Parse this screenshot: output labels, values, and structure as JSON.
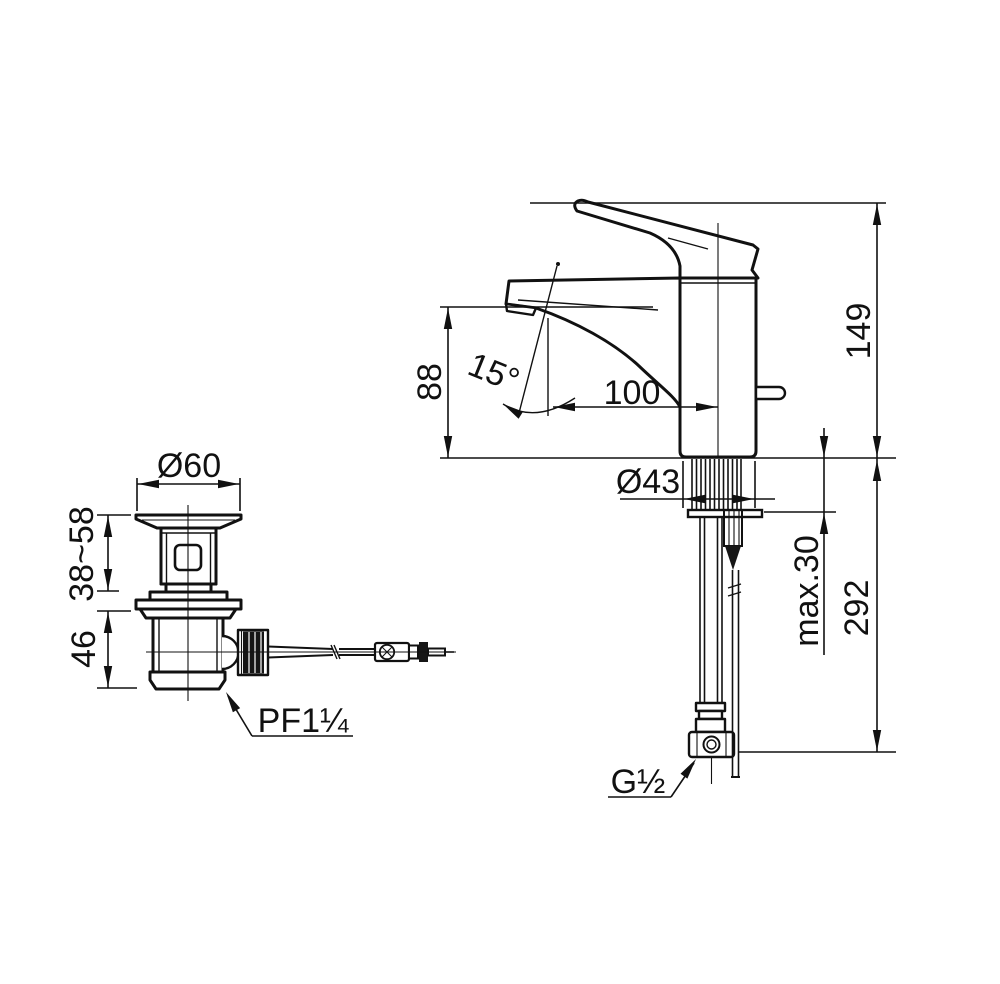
{
  "page": {
    "background": "#ffffff",
    "line_color": "#111111"
  },
  "faucet_view": {
    "overall_height": "149",
    "spout_outlet_height": "88",
    "spout_reach": "100",
    "spout_angle": "15°",
    "body_diameter": "Ø43",
    "max_deck_thickness": "max.30",
    "supply_length": "292",
    "supply_connection": "G½"
  },
  "drain_view": {
    "flange_diameter": "Ø60",
    "adjustment_range": "38~58",
    "lower_body_height": "46",
    "drain_connection": "PF1¼"
  }
}
